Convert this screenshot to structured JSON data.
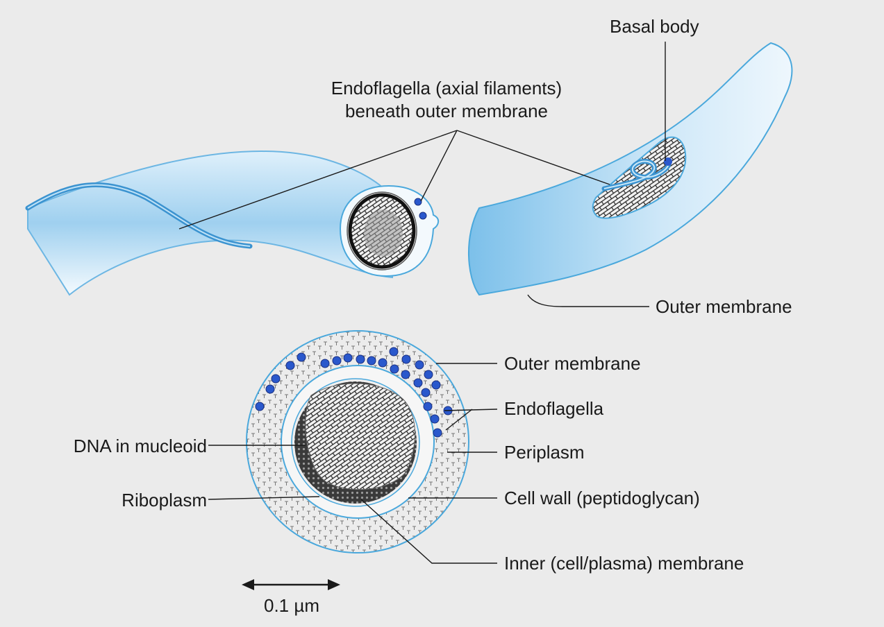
{
  "labels": {
    "basal_body": "Basal body",
    "endoflagella_top_line1": "Endoflagella (axial filaments)",
    "endoflagella_top_line2": "beneath outer membrane",
    "outer_membrane_top": "Outer membrane",
    "outer_membrane": "Outer membrane",
    "endoflagella": "Endoflagella",
    "dna_in_nucleoid": "DNA in mucleoid",
    "periplasm": "Periplasm",
    "riboplasm": "Riboplasm",
    "cell_wall": "Cell wall (peptidoglycan)",
    "inner_membrane": "Inner (cell/plasma) membrane",
    "scale": "0.1 µm"
  },
  "colors": {
    "membrane_blue": "#4aa8dc",
    "flagella_blue": "#2255cc",
    "background": "#ebebeb"
  }
}
